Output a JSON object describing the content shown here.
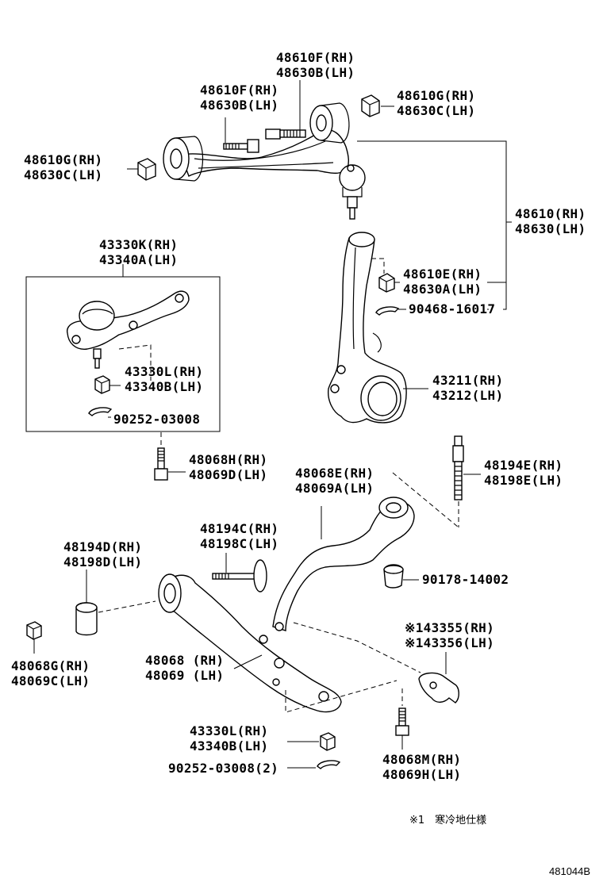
{
  "labels": {
    "upper_arm_bolt_outer": [
      "48610F(RH)",
      "48630B(LH)"
    ],
    "upper_arm_bolt_inner": [
      "48610F(RH)",
      "48630B(LH)"
    ],
    "upper_arm_nut_right": [
      "48610G(RH)",
      "48630C(LH)"
    ],
    "upper_arm_nut_left": [
      "48610G(RH)",
      "48630C(LH)"
    ],
    "upper_arm_assy": [
      "48610(RH)",
      "48630(LH)"
    ],
    "ball_joint_assy": [
      "43330K(RH)",
      "43340A(LH)"
    ],
    "ball_joint_nut": [
      "43330L(RH)",
      "43340B(LH)"
    ],
    "ball_joint_pin": "90252-03008",
    "upper_ball_nut": [
      "48610E(RH)",
      "48630A(LH)"
    ],
    "upper_ball_pin": "90468-16017",
    "knuckle": [
      "43211(RH)",
      "43212(LH)"
    ],
    "lower_bolt_top": [
      "48068H(RH)",
      "48069D(LH)"
    ],
    "stud_bolt": [
      "48194E(RH)",
      "48198E(LH)"
    ],
    "strut_arm": [
      "48068E(RH)",
      "48069A(LH)"
    ],
    "lower_bolt_long": [
      "48194C(RH)",
      "48198C(LH)"
    ],
    "bushing_washer": [
      "48194D(RH)",
      "48198D(LH)"
    ],
    "strut_nut": "90178-14002",
    "bracket": [
      "※143355(RH)",
      "※143356(LH)"
    ],
    "small_nut": [
      "48068G(RH)",
      "48069C(LH)"
    ],
    "lower_arm": [
      "48068 (RH)",
      "48069 (LH)"
    ],
    "lower_ball_nut": [
      "43330L(RH)",
      "43340B(LH)"
    ],
    "lower_ball_pin": "90252-03008(2)",
    "lower_bolt_bottom": [
      "48068M(RH)",
      "48069H(LH)"
    ]
  },
  "footnote": "※1　寒冷地仕様",
  "figure_id": "481044B"
}
